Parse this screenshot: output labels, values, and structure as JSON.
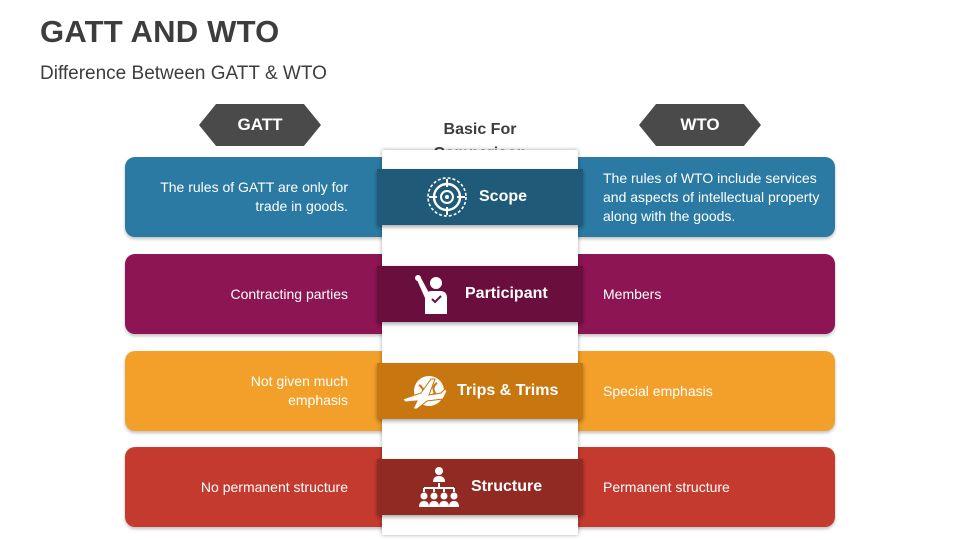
{
  "title": "GATT AND WTO",
  "subtitle": "Difference Between GATT & WTO",
  "gatt_label": "GATT",
  "wto_label": "WTO",
  "basis_label_line1": "Basic For",
  "basis_label_line2": "Comparison",
  "colors": {
    "scope_band": "#2b7aa3",
    "scope_label": "#1f5a78",
    "participant_band": "#8e1554",
    "participant_label": "#6a0e3d",
    "trips_band": "#f2a02a",
    "trips_label": "#c8760f",
    "structure_band": "#c53a2f",
    "structure_label": "#902a22"
  },
  "rows": [
    {
      "criterion": "Scope",
      "icon": "target-icon",
      "gatt": "The rules of GATT are only for trade in goods.",
      "wto": "The rules of WTO include services and aspects of intellectual property along with the goods."
    },
    {
      "criterion": "Participant",
      "icon": "person-raising-hand-icon",
      "gatt": "Contracting parties",
      "wto": "Members"
    },
    {
      "criterion": "Trips & Trims",
      "icon": "globe-airplane-icon",
      "gatt": "Not given much emphasis",
      "wto": "Special emphasis"
    },
    {
      "criterion": "Structure",
      "icon": "org-chart-icon",
      "gatt": "No permanent structure",
      "wto": "Permanent structure"
    }
  ]
}
